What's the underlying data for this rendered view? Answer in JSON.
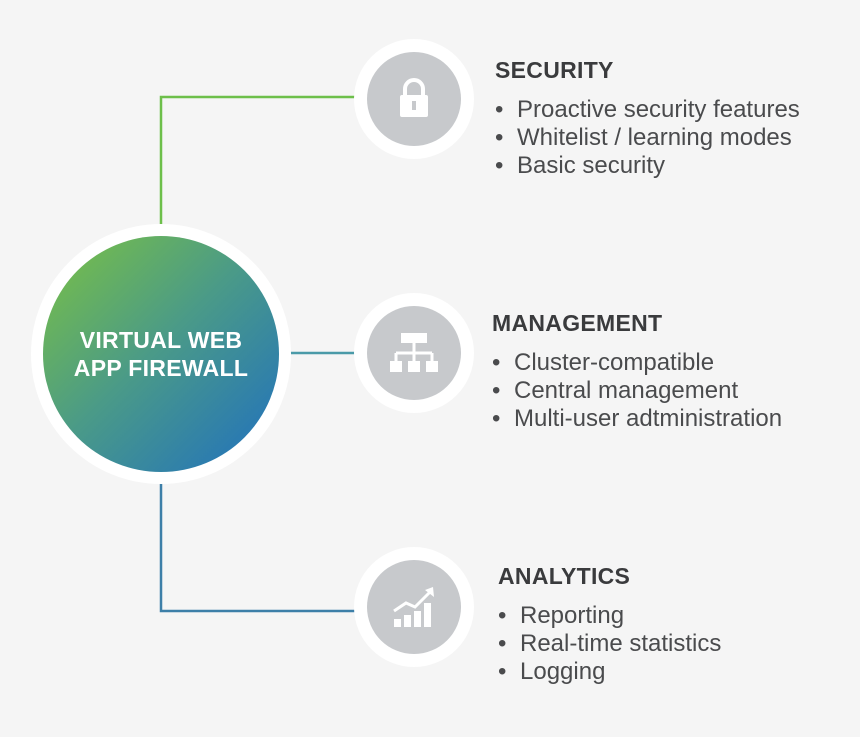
{
  "hub": {
    "title_line1": "VIRTUAL WEB",
    "title_line2": "APP FIREWALL"
  },
  "colors": {
    "background": "#f5f5f5",
    "line_green": "#6dbf4a",
    "line_teal": "#4a9aa8",
    "line_blue": "#3d7fa8",
    "icon_disc": "#c7c9cc",
    "heading_text": "#3a3b3d",
    "body_text": "#4a4b4d"
  },
  "features": [
    {
      "title": "SECURITY",
      "icon": "lock-icon",
      "bullets": [
        "Proactive security features",
        "Whitelist / learning modes",
        "Basic security"
      ]
    },
    {
      "title": "MANAGEMENT",
      "icon": "hierarchy-icon",
      "bullets": [
        "Cluster-compatible",
        "Central management",
        "Multi-user adtministration"
      ]
    },
    {
      "title": "ANALYTICS",
      "icon": "growth-chart-icon",
      "bullets": [
        "Reporting",
        "Real-time statistics",
        "Logging"
      ]
    }
  ],
  "bullet_glyph": "•"
}
